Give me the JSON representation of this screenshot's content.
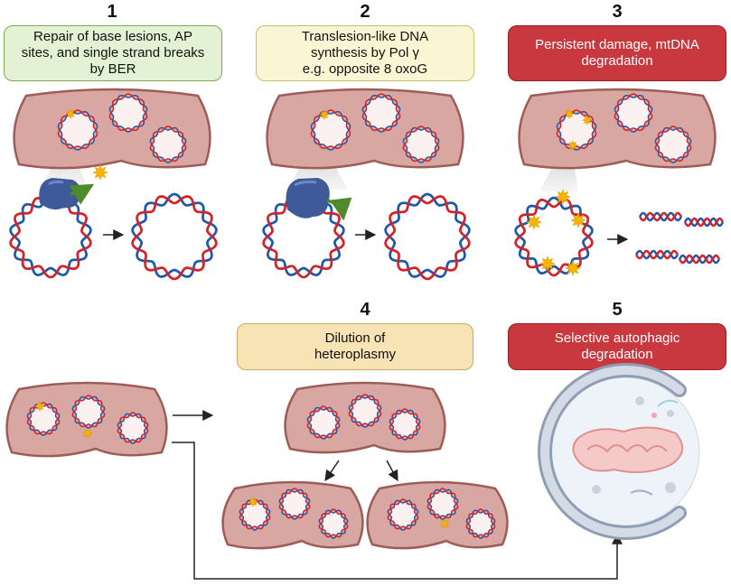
{
  "panels": {
    "p1": {
      "number": "1",
      "label": "Repair of base lesions, AP\nsites, and single strand breaks\nby BER"
    },
    "p2": {
      "number": "2",
      "label": "Translesion-like DNA\nsynthesis by Pol γ\ne.g. opposite 8 oxoG"
    },
    "p3": {
      "number": "3",
      "label": "Persistent damage, mtDNA\ndegradation"
    },
    "p4": {
      "number": "4",
      "label": "Dilution of\nheteroplasmy"
    },
    "p5": {
      "number": "5",
      "label": "Selective autophagic\ndegradation"
    }
  },
  "colors": {
    "mito_fill": "#d9a7a2",
    "mito_stroke": "#9e5c57",
    "dna_red": "#d2232a",
    "dna_blue": "#1e5aa8",
    "lesion": "#f7b500",
    "enzyme": "#3e5a98",
    "arrow_green": "#4f8a2b"
  }
}
